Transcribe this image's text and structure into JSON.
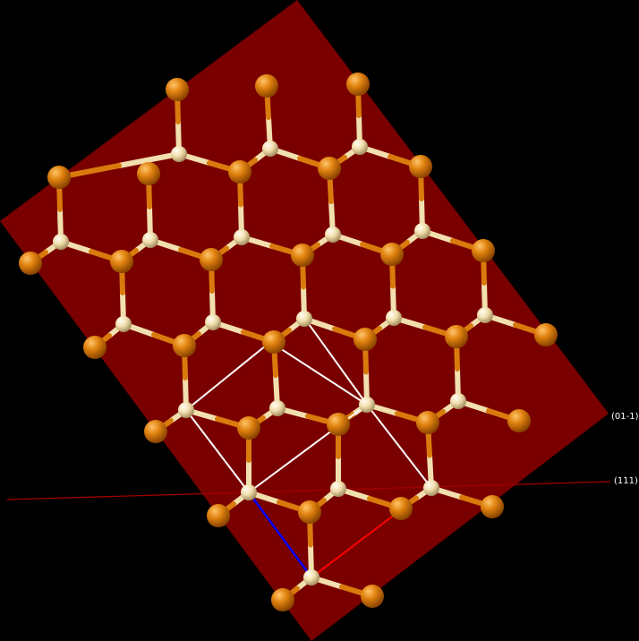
{
  "labels": {
    "plane_a": "(01-1)",
    "plane_b": "(111)"
  },
  "colors": {
    "background": "#000000",
    "plane_fill": "#7a0000",
    "plane_line": "#b00000",
    "atom_a": "#d97a0c",
    "atom_b": "#f2dfae",
    "bond_a": "#d97a0c",
    "bond_b": "#f2dfae",
    "cell_edge": "#ffffff",
    "axis_a": "#ff0000",
    "axis_b": "#0000ff"
  },
  "structure": {
    "atom_types": [
      "orange-sphere",
      "cream-sphere"
    ],
    "cell_edges": [
      "white-outline",
      "red-axis",
      "blue-axis"
    ]
  }
}
